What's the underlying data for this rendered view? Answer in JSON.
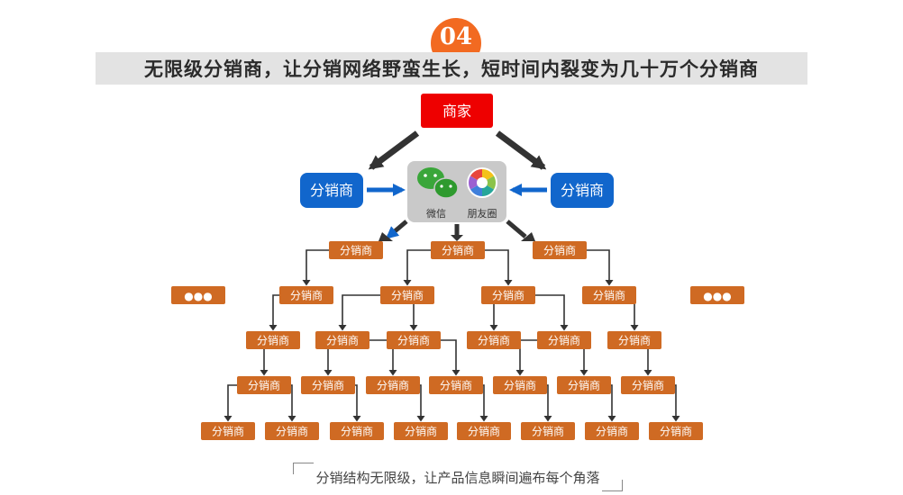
{
  "step_number": "04",
  "headline": "无限级分销商，让分销网络野蛮生长，短时间内裂变为几十万个分销商",
  "merchant_label": "商家",
  "top_distributor_label": "分销商",
  "wechat_label": "微信",
  "moments_label": "朋友圈",
  "node_label": "分销商",
  "more_label": "●●●",
  "caption": "分销结构无限级，让产品信息瞬间遍布每个角落",
  "colors": {
    "badge": "#f26a21",
    "merchant": "#ee0000",
    "distributor_blue": "#1166cc",
    "node_orange": "#cf6a23",
    "banner_bg": "#e3e3e3"
  }
}
